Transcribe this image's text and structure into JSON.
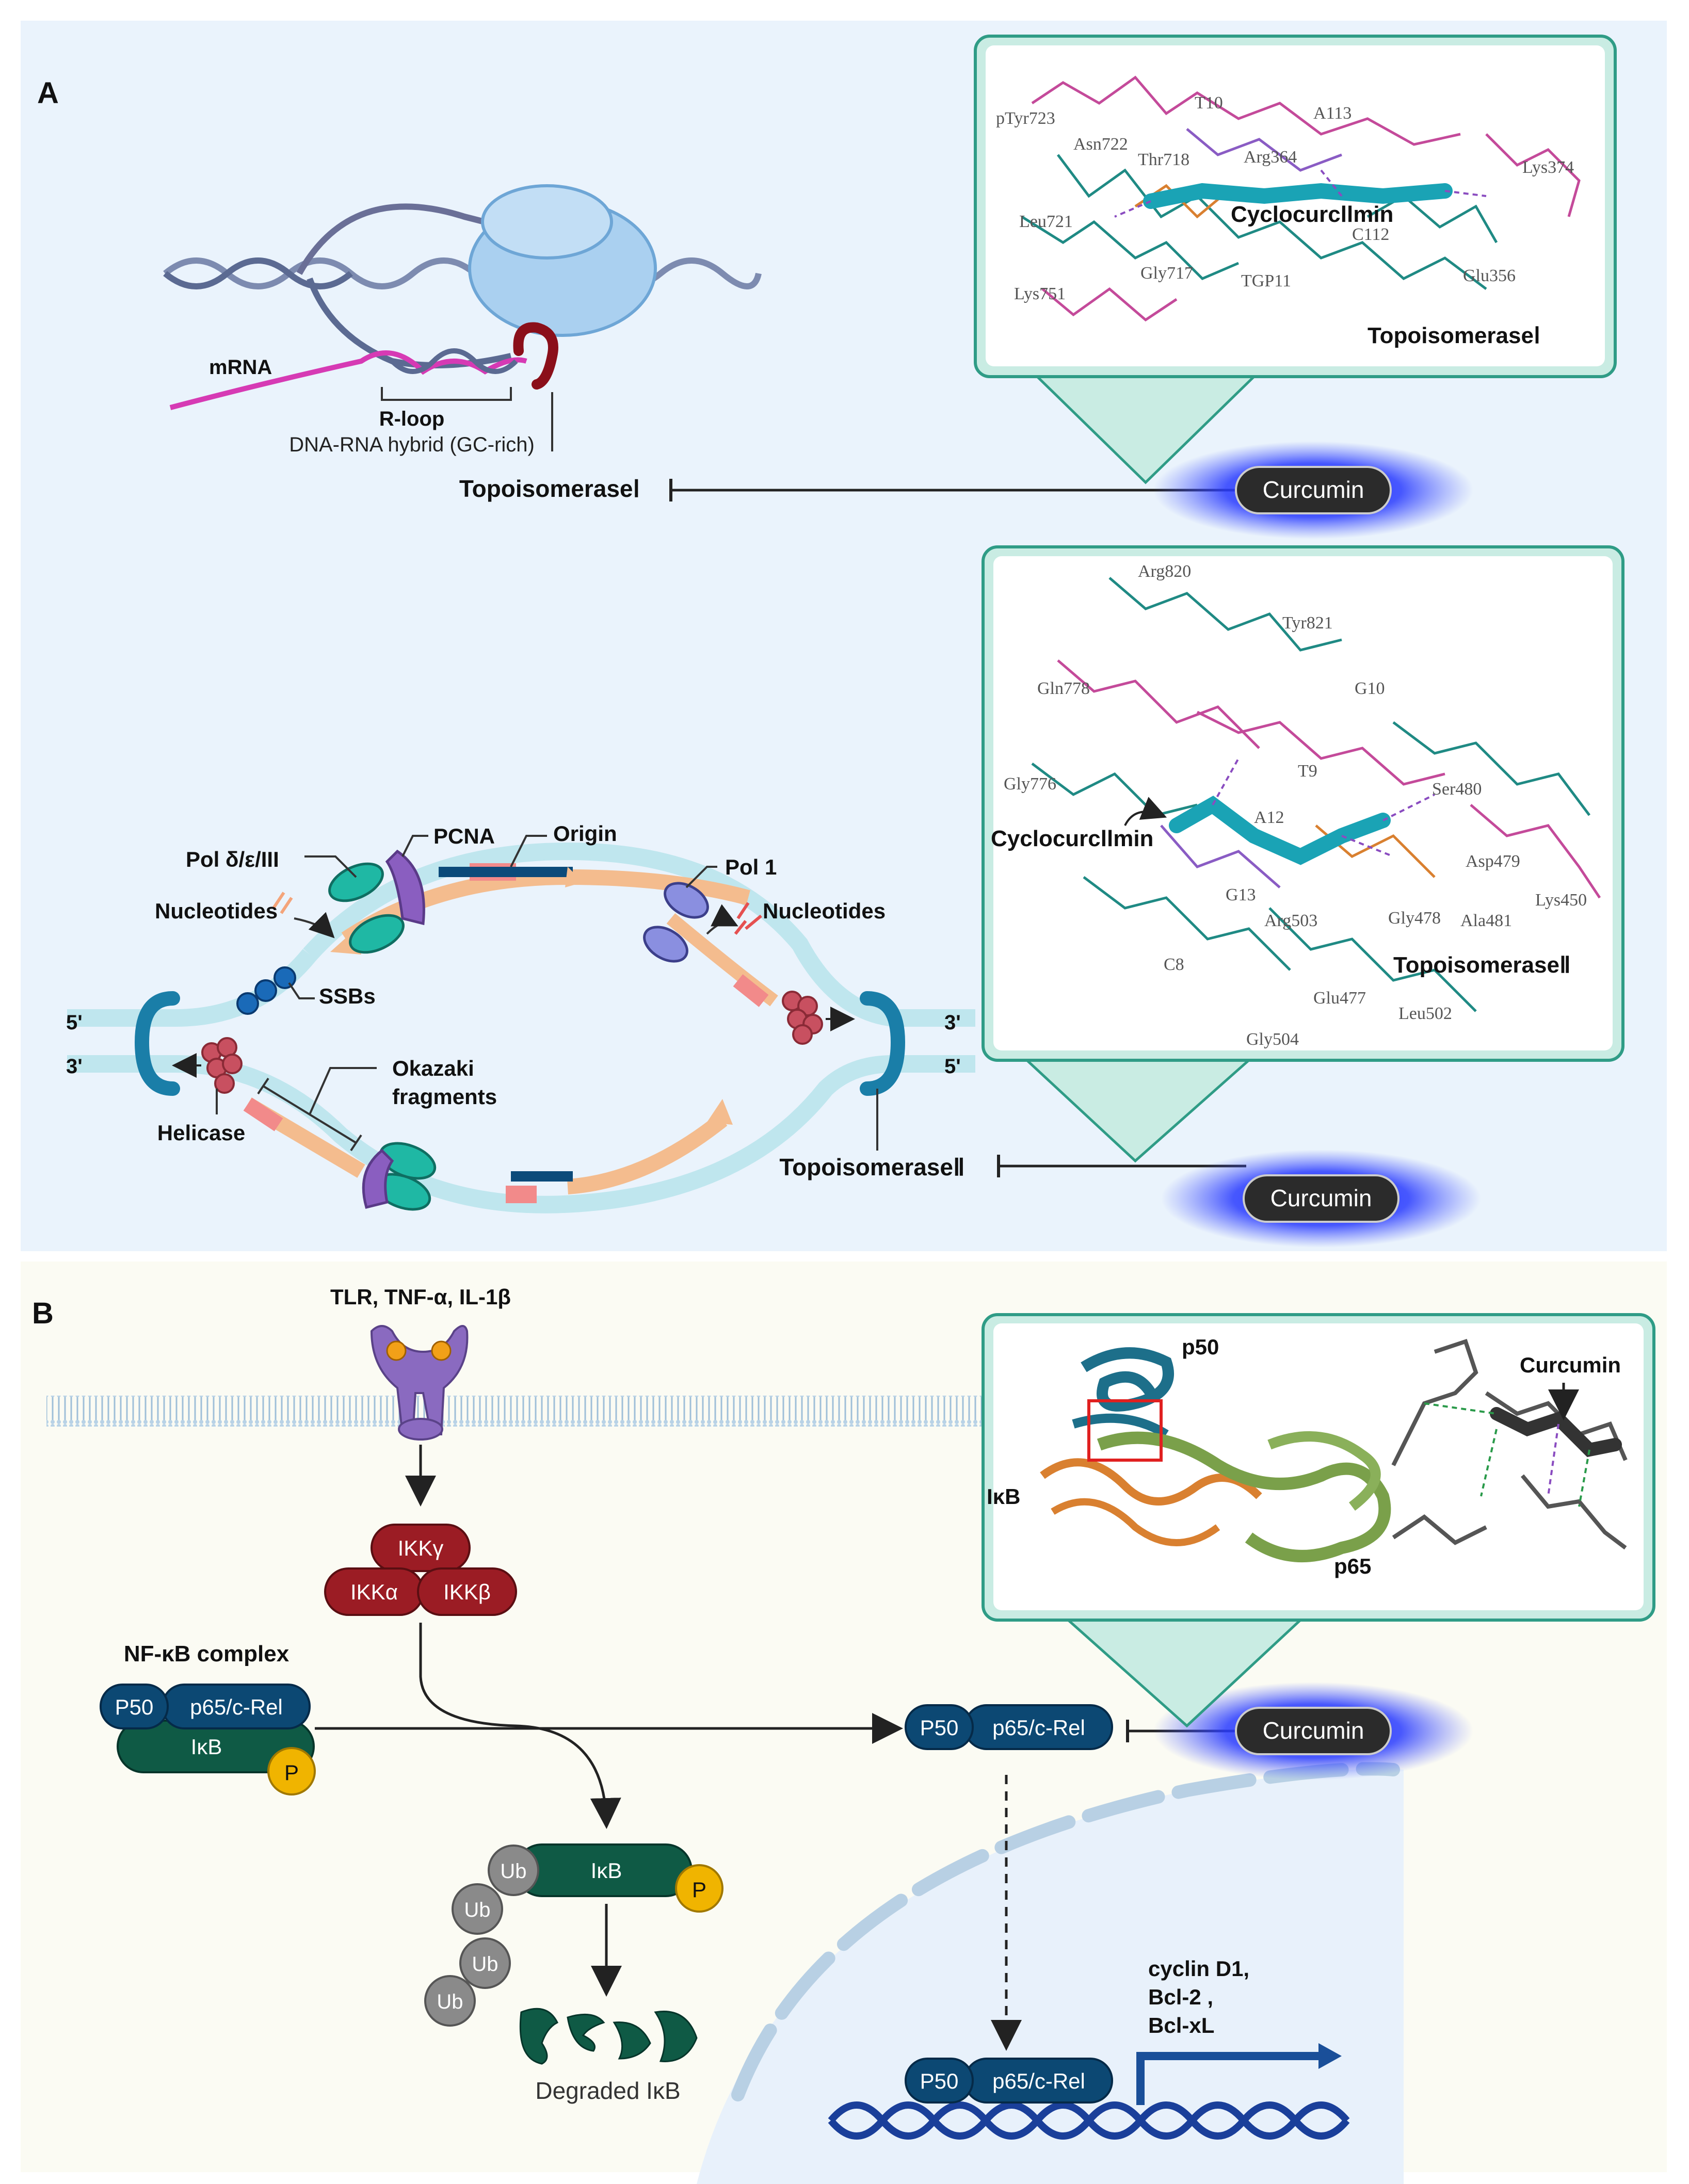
{
  "panel_a": {
    "letter": "A",
    "mrna_label": "mRNA",
    "rloop_label": "R-loop",
    "hybrid_label": "DNA-RNA hybrid (GC-rich)",
    "topo1_label": "TopoisomeraseⅠ",
    "curcumin_top": "Curcumin",
    "curcumin_mid": "Curcumin",
    "inset_top": {
      "ligand": "Cyclocurcllmin",
      "target": "TopoisomeraseⅠ",
      "residues": [
        "pTyr723",
        "Asn722",
        "Thr718",
        "T10",
        "A113",
        "Arg364",
        "Lys374",
        "Leu721",
        "Gly717",
        "TGP11",
        "C112",
        "Glu356",
        "Lys751"
      ]
    },
    "replication": {
      "pcna": "PCNA",
      "origin": "Origin",
      "pol_delta": "Pol δ/ε/III",
      "nucleotides_left": "Nucleotides",
      "pol1": "Pol 1",
      "nucleotides_right": "Nucleotides",
      "ssbs": "SSBs",
      "five_left": "5'",
      "three_left": "3'",
      "three_right": "3'",
      "five_right": "5'",
      "helicase": "Helicase",
      "okazaki_1": "Okazaki",
      "okazaki_2": "fragments",
      "topo2": "TopoisomeraseⅡ"
    },
    "inset_mid": {
      "ligand": "Cyclocurcllmin",
      "target": "TopoisomeraseⅡ",
      "residues": [
        "Arg820",
        "Tyr821",
        "Gln778",
        "G10",
        "Gly776",
        "T9",
        "Ser480",
        "A12",
        "Asp479",
        "Lys450",
        "G13",
        "Arg503",
        "Gly478",
        "Ala481",
        "C8",
        "Glu477",
        "Leu502",
        "Gly504"
      ]
    }
  },
  "panel_b": {
    "letter": "B",
    "receptor_label": "TLR, TNF-α,  IL-1β",
    "ikk_gamma": "IKKγ",
    "ikk_alpha": "IKKα",
    "ikk_beta": "IKKβ",
    "nfkb_title": "NF-κB complex",
    "p50": "P50",
    "p65": "p65/c-Rel",
    "ikb": "IκB",
    "phospho": "P",
    "ub": "Ub",
    "degraded": "Degraded IκB",
    "curcumin": "Curcumin",
    "targets_1": "cyclin D1,",
    "targets_2": "Bcl-2 ,",
    "targets_3": "Bcl-xL",
    "inset": {
      "p50": "p50",
      "ikb": "IκB",
      "p65": "p65",
      "curcumin": "Curcumin"
    }
  },
  "colors": {
    "panel_a_bg": "#eaf3fc",
    "panel_b_bg": "#fbfbf3",
    "inset_border": "#2f9c86",
    "pill_bg": "#2b2b2b",
    "glow": "#1a2bff",
    "ikk": "#9b1c24",
    "nfkb_blue": "#0c4873",
    "ikb_green": "#0f5a45",
    "phospho": "#f0b400",
    "ub": "#8a8a8a",
    "dna_blue": "#1a3f9a",
    "mrna": "#d63ab4"
  }
}
